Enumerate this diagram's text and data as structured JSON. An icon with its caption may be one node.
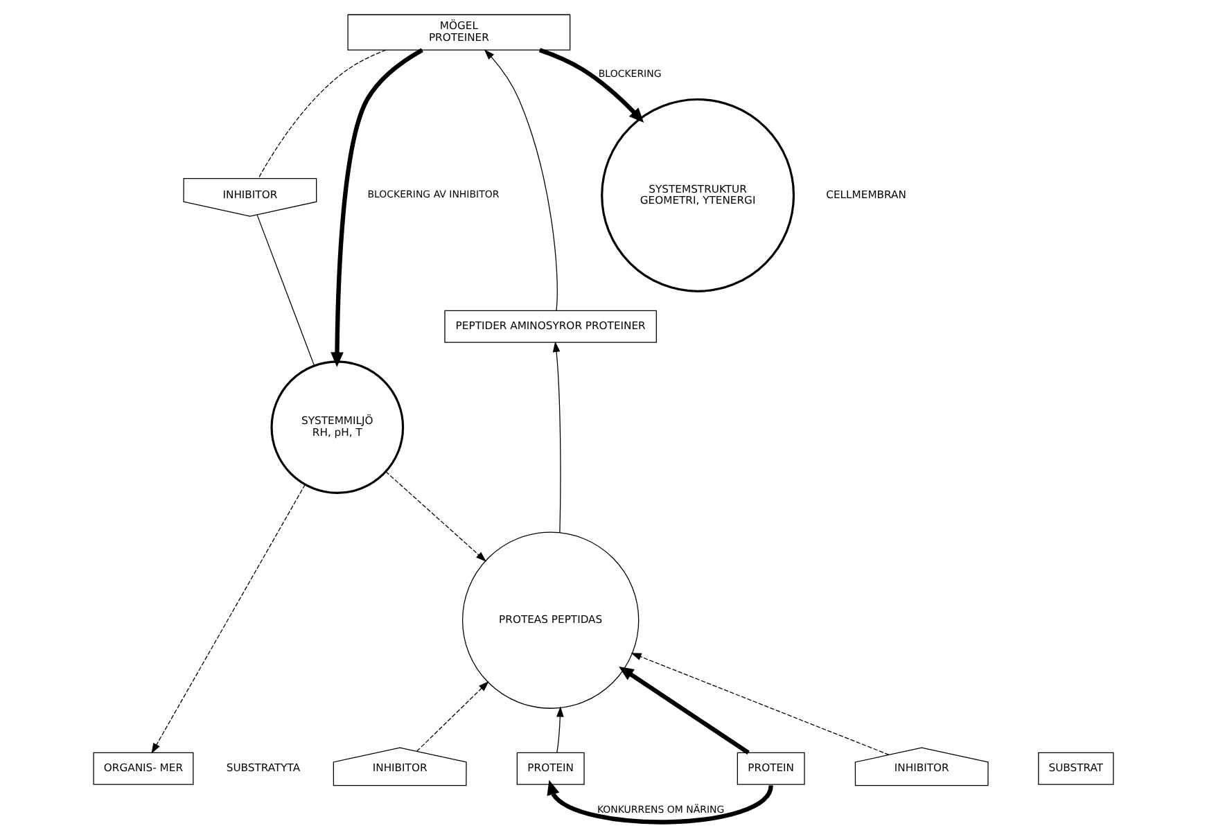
{
  "diagram": {
    "nodes": [
      {
        "text": [
          "MÖGEL",
          "PROTEINER"
        ]
      },
      {
        "text": [
          "INHIBITOR"
        ]
      },
      {
        "text": [
          "SYSTEMMILJÖ",
          "RH, pH, T"
        ]
      },
      {
        "text": [
          "PEPTIDER AMINOSYROR PROTEINER"
        ]
      },
      {
        "text": [
          "PROTEAS PEPTIDAS"
        ]
      },
      {
        "text": [
          "SYSTEMSTRUKTUR",
          "GEOMETRI, YTENERGI"
        ]
      },
      {
        "text": [
          "ORGANIS- MER"
        ]
      },
      {
        "text": [
          "INHIBITOR"
        ]
      },
      {
        "text": [
          "PROTEIN"
        ]
      },
      {
        "text": [
          "PROTEIN"
        ]
      },
      {
        "text": [
          "INHIBITOR"
        ]
      },
      {
        "text": [
          "SUBSTRAT"
        ]
      }
    ],
    "edges": [
      {
        "from": 0,
        "to": 1,
        "arrow": "none",
        "style": "dashed"
      },
      {
        "from": 1,
        "to": 2,
        "arrow": "none"
      },
      {
        "from": 2,
        "to": 6,
        "arrow": "to",
        "style": "dashed"
      },
      {
        "from": 0,
        "to": 2,
        "arrow": "to",
        "label": "BLOCKERING AV INHIBITOR",
        "style": "thick"
      },
      {
        "from": 3,
        "to": 0,
        "arrow": "to"
      },
      {
        "from": 0,
        "to": 5,
        "arrow": "to",
        "label": "BLOCKERING",
        "style": "thick"
      },
      {
        "from": 4,
        "to": 3,
        "arrow": "to"
      },
      {
        "from": 2,
        "to": 4,
        "arrow": "to",
        "style": "dashed"
      },
      {
        "from": 7,
        "to": 4,
        "arrow": "to",
        "style": "dashed"
      },
      {
        "from": 8,
        "to": 4,
        "arrow": "to"
      },
      {
        "from": 9,
        "to": 4,
        "arrow": "to",
        "style": "thick"
      },
      {
        "from": 10,
        "to": 4,
        "arrow": "to",
        "style": "dashed"
      },
      {
        "from": 9,
        "to": 8,
        "arrow": "to",
        "label": "KONKURRENS OM NÄRING",
        "style": "thick"
      }
    ],
    "labels": [
      "CELLMEMBRAN",
      "SUBSTRATYTA"
    ]
  }
}
